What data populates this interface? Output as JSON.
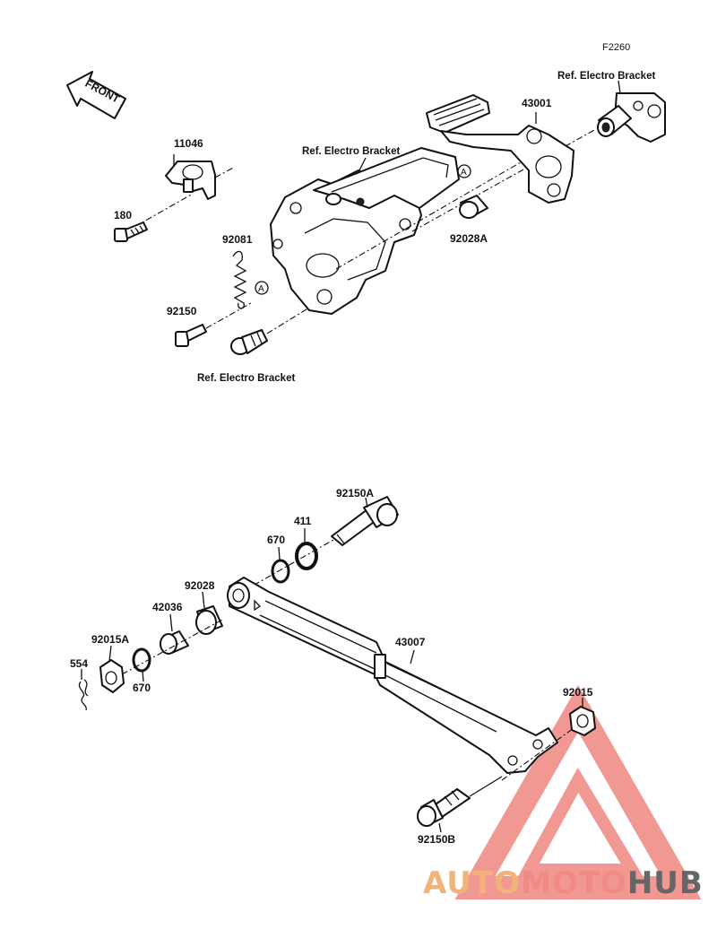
{
  "diagram": {
    "figure_code": "F2260",
    "front_marker": "FRONT",
    "circle_marker": "A",
    "references": {
      "electro_bracket_top_right": "Ref. Electro Bracket",
      "electro_bracket_center": "Ref. Electro Bracket",
      "electro_bracket_bottom": "Ref. Electro Bracket"
    },
    "parts": {
      "p11046": "11046",
      "p180": "180",
      "p92081": "92081",
      "p92150": "92150",
      "p43001": "43001",
      "p92028A": "92028A",
      "p92150A": "92150A",
      "p411": "411",
      "p670_top": "670",
      "p92028": "92028",
      "p42036": "42036",
      "p92015A": "92015A",
      "p554": "554",
      "p670_bottom": "670",
      "p43007": "43007",
      "p92015": "92015",
      "p92150B": "92150B"
    }
  },
  "watermark": {
    "part1": "AUTO",
    "part2": "MOTO",
    "part3": "HUB",
    "colors": {
      "auto": "#f2b37a",
      "moto": "#ef8a85",
      "hub": "#666666",
      "triangle": "#e8453c"
    }
  }
}
